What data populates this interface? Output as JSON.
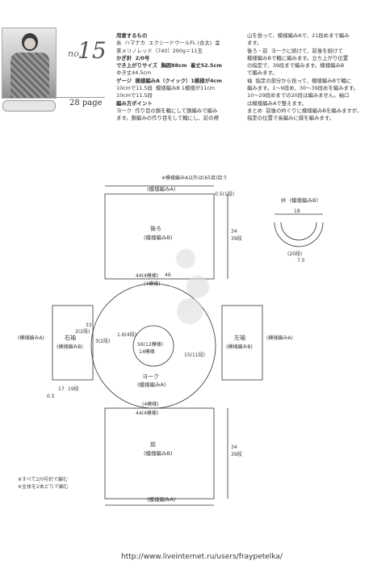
{
  "header": {
    "pattern_no_prefix": "no.",
    "pattern_no": "15",
    "page_label": "28 page"
  },
  "text_col1": [
    {
      "t": "用意するもの",
      "b": true
    },
    {
      "t": "糸  ハマナカ  エクシードウールFL (合太)  金"
    },
    {
      "t": "茶メリノレッド（740）290g＝11玉"
    },
    {
      "t": "かぎ針  2/0号",
      "b": true
    },
    {
      "t": "でき上がりサイズ  胸囲88cm  着丈52.5cm",
      "b": true
    },
    {
      "t": "ゆき丈44.5cm"
    },
    {
      "t": "ゲージ  模様編みA（クイック）1模様が4cm",
      "b": true
    },
    {
      "t": "10cmで11.5段  模様編みB 1模様が11cm"
    },
    {
      "t": "10cmで11.5段"
    },
    {
      "t": "編み方ポイント",
      "b": true
    },
    {
      "t": "ヨーク  作り目の鎖を輪にして鎖編みで編み"
    },
    {
      "t": "ます。鎖編みの作り目をして輪にし、前の襟"
    }
  ],
  "text_col2": [
    {
      "t": "山を拾って、模様編みAで、21段めまで編み"
    },
    {
      "t": "ます。"
    },
    {
      "t": "後ろ・前  ヨークに続けて、前後を続けて"
    },
    {
      "t": "模様編みBで輪に編みます。立ち上がり位置"
    },
    {
      "t": "の指定で、39段まで編みます。模様編みB"
    },
    {
      "t": "で編みます。"
    },
    {
      "t": "袖  指定の部分から拾って、模様編みBで輪に"
    },
    {
      "t": "編みます。1～9段め、30～39段めを編みます。"
    },
    {
      "t": "10～29段めまでの20段は編みません。袖口"
    },
    {
      "t": "は模様編みAで整えます。"
    },
    {
      "t": "まとめ  前後の衿ぐりに模様編みBを編みますが、"
    },
    {
      "t": "指定の位置で長編みに縁を編みます。"
    }
  ],
  "diagram": {
    "top_note": "※模様編みA以外は(65目)拾う",
    "edge_top": "(模様編みA)",
    "back_title": "後ろ",
    "back_sub": "(模様編みB)",
    "back_width": "44(4模様)",
    "back_width2": "46",
    "front_title": "前",
    "front_sub": "(模様編みB)",
    "front_width": "44(4模様)",
    "edge_bottom": "(模様編みA)",
    "yoke_title": "ヨーク",
    "yoke_sub": "(模様編みA)",
    "yoke_count_top": "(4模様)",
    "yoke_count_bottom": "(4模様)",
    "center_label": "56(12模様)",
    "center_sub": "14模様",
    "center_rows": "1.6(4段)",
    "yoke_right": "15(11段)",
    "left_sleeve": "右袖",
    "left_sleeve_sub": "(模様編みB)",
    "right_sleeve": "左袖",
    "right_sleeve_sub": "(模様編みB)",
    "sleeve_edge": "(模様編みA)",
    "sleeve_edge_r": "(模様編みA)",
    "collar_title": "衿（模様編みB）",
    "collar_width": "18",
    "collar_sub": "(20段)",
    "side_dims": [
      "0.5(1段)",
      "34",
      "39段",
      "33",
      "2(2段)",
      "3(2段)",
      "0.5",
      "17",
      "19段",
      "7.5"
    ],
    "notes": "※すべて2/0号針で編む\n※全体を2本どりで編む"
  },
  "footer": {
    "url": "http://www.liveinternet.ru/users/fraypetelka/"
  }
}
